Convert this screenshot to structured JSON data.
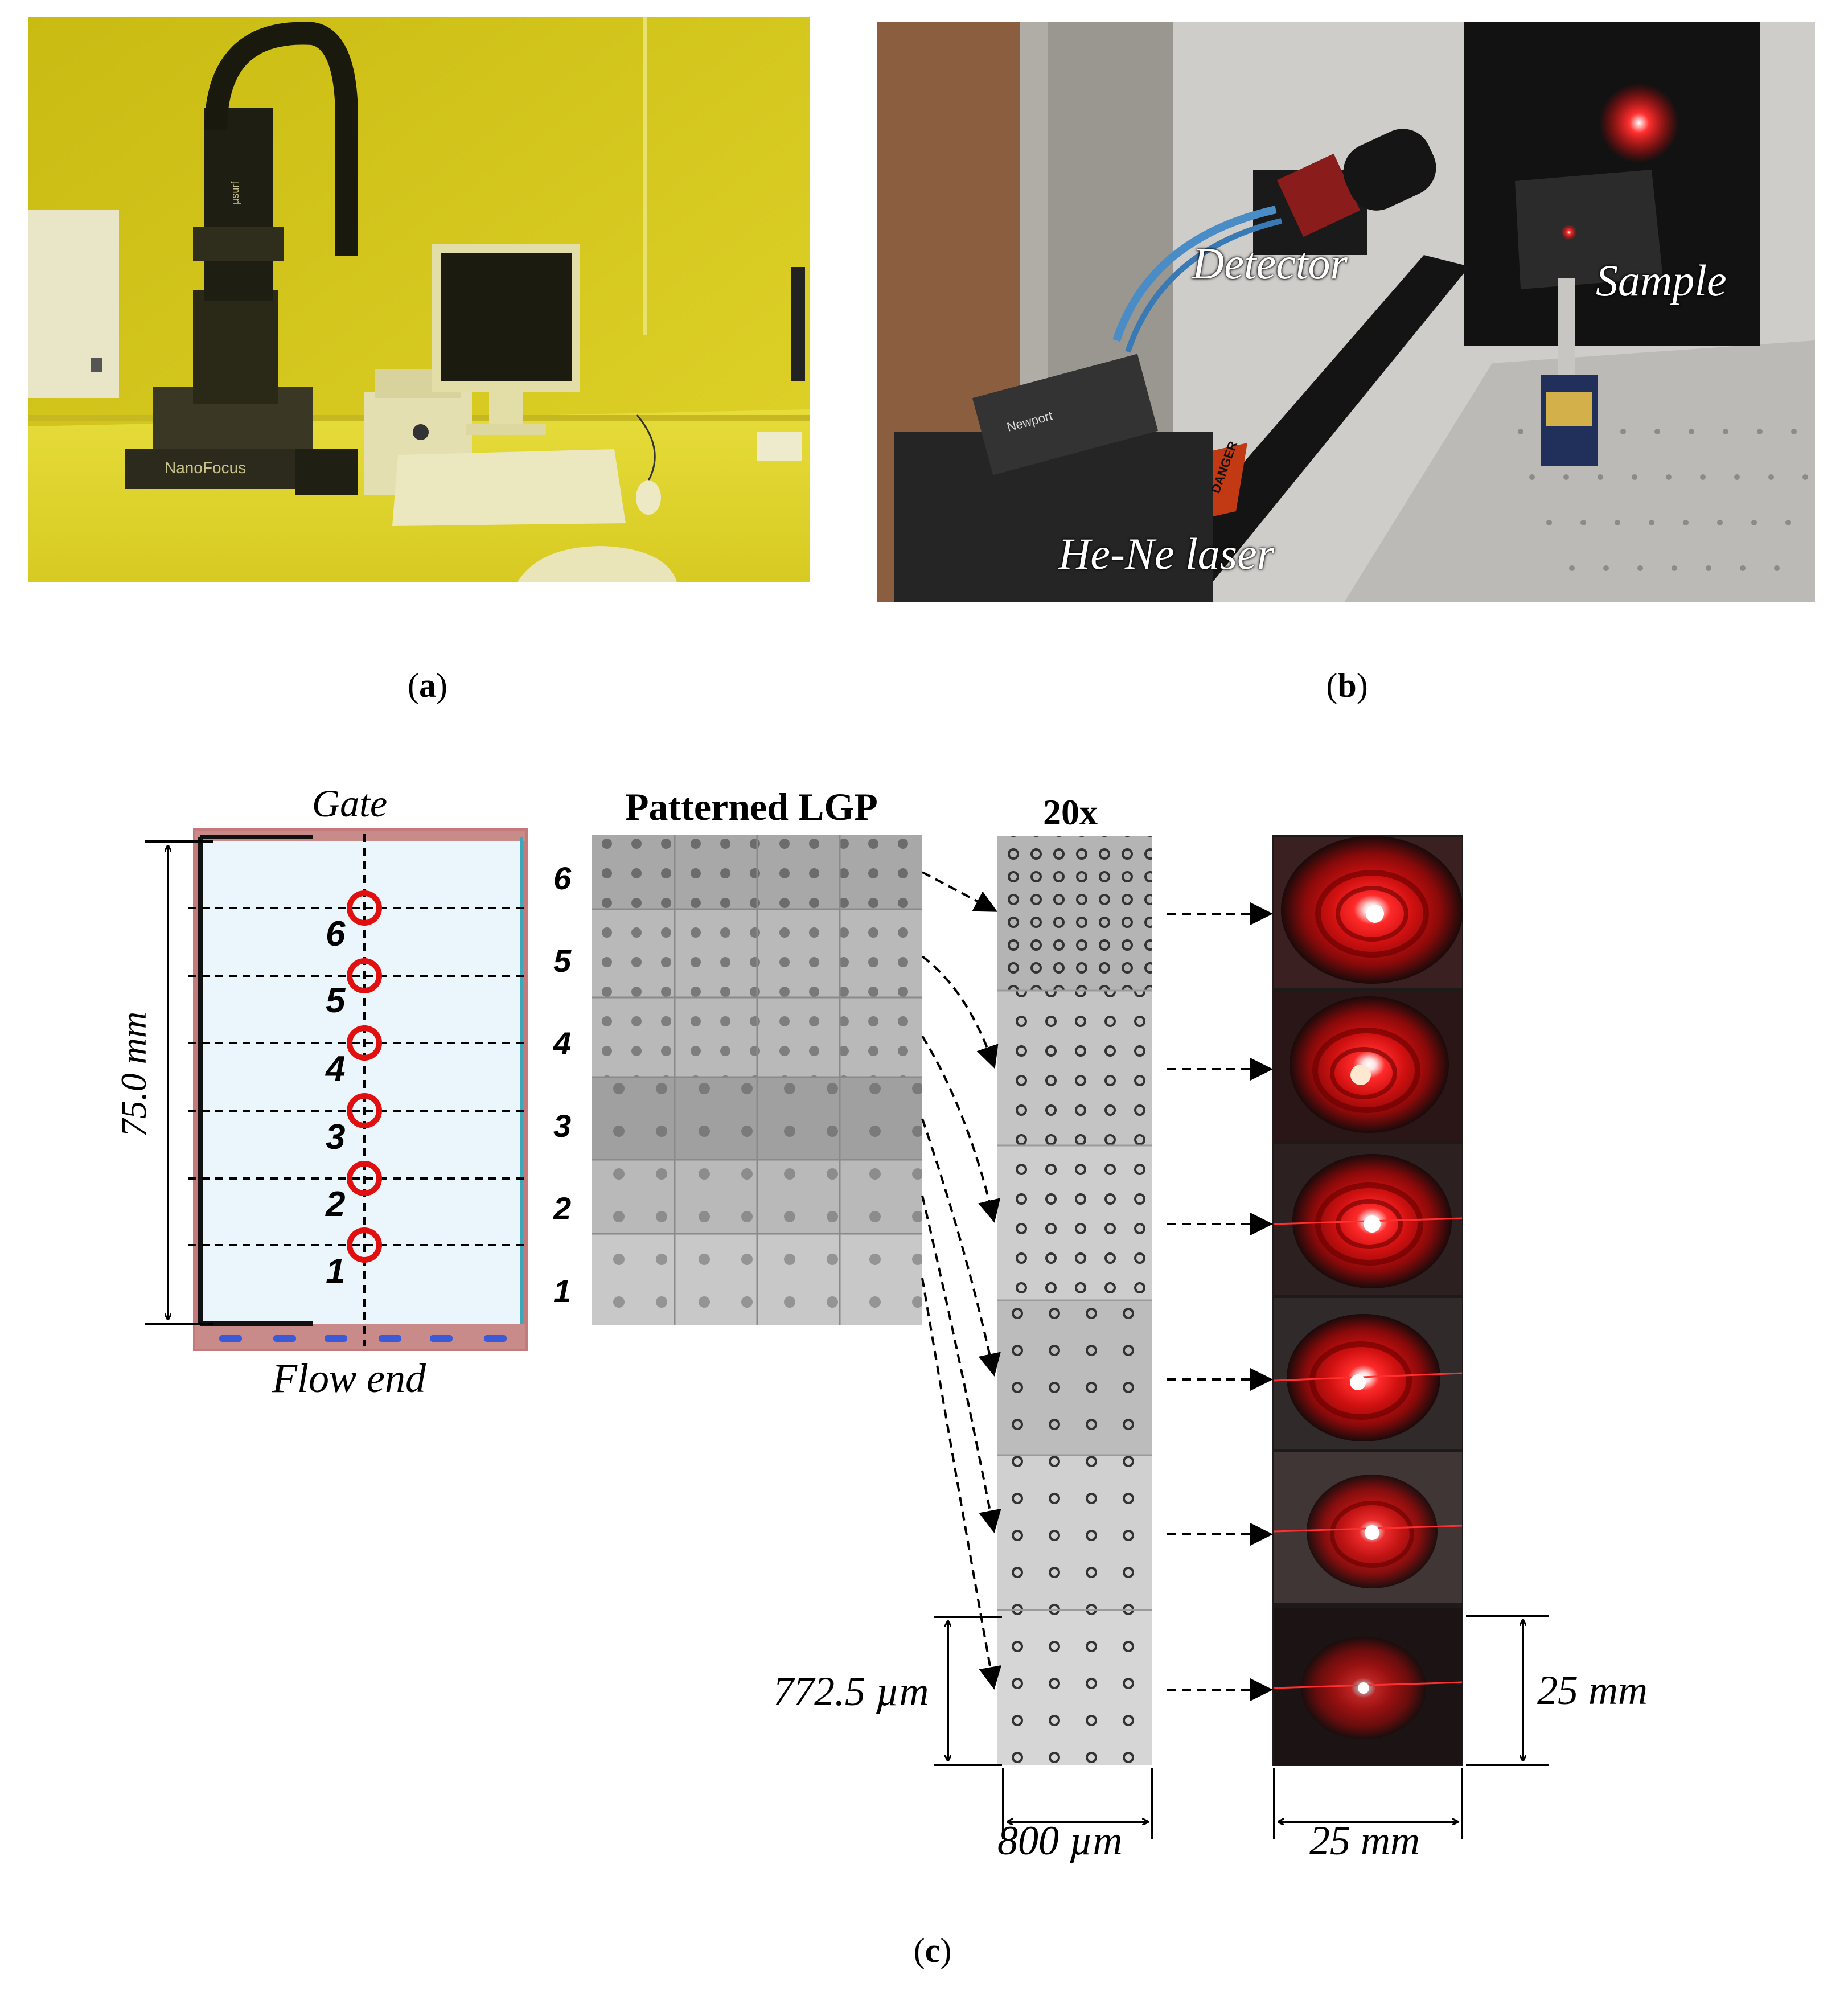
{
  "panel_a": {
    "caption_letter": "a",
    "brand_label": "NanoFocus",
    "device_label": "µsurf"
  },
  "panel_b": {
    "caption_letter": "b",
    "labels": {
      "detector": "Detector",
      "sample": "Sample",
      "laser": "He-Ne laser"
    },
    "plate_text": "Newport",
    "danger_text": "DANGER"
  },
  "panel_c": {
    "caption_letter": "c",
    "mold": {
      "top_label": "Gate",
      "bottom_label": "Flow end",
      "length_label": "75.0 mm",
      "positions": [
        "6",
        "5",
        "4",
        "3",
        "2",
        "1"
      ]
    },
    "lgp": {
      "title": "Patterned LGP",
      "numbers": [
        "6",
        "5",
        "4",
        "3",
        "2",
        "1"
      ]
    },
    "micro": {
      "title": "20x",
      "height_label": "772.5 µm",
      "width_label": "800 µm"
    },
    "speckle": {
      "height_label": "25 mm",
      "width_label": "25 mm"
    }
  },
  "colors": {
    "lab_yellow": "#d6c81a",
    "laser_red": "#ff2020",
    "marker_red": "#e01010"
  }
}
